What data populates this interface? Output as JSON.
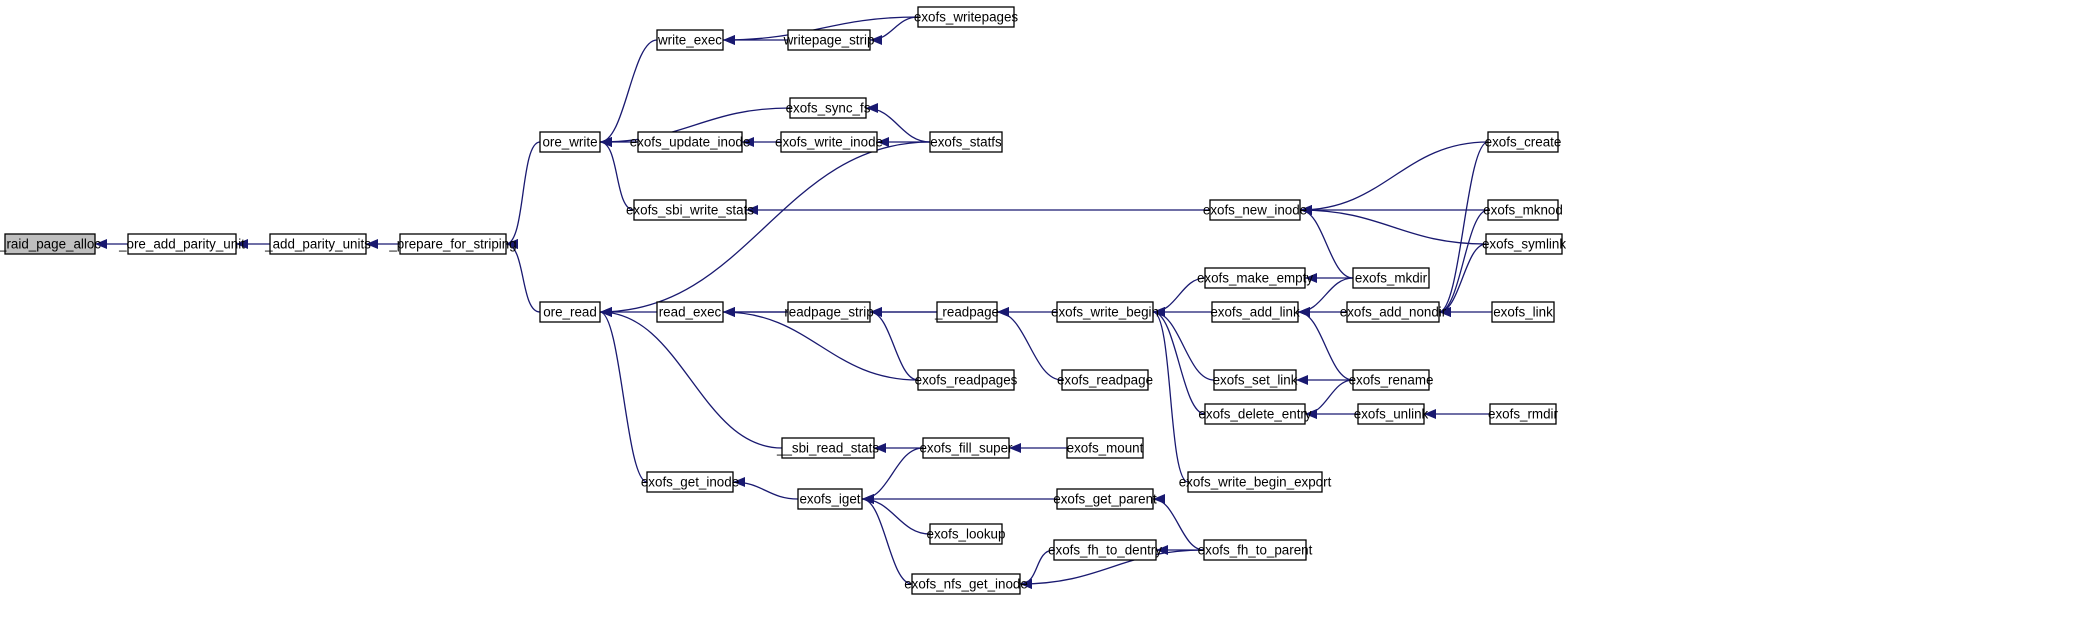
{
  "colors": {
    "edge": "#191970",
    "root_fill": "#bfbfbf",
    "node_fill": "#ffffff",
    "border": "#000000"
  },
  "nodes": [
    {
      "id": "raid_page_alloc",
      "label": "_raid_page_alloc",
      "root": true
    },
    {
      "id": "ore_add_parity_unit",
      "label": "_ore_add_parity_unit"
    },
    {
      "id": "add_parity_units",
      "label": "_add_parity_units"
    },
    {
      "id": "prepare_for_striping",
      "label": "_prepare_for_striping"
    },
    {
      "id": "ore_write",
      "label": "ore_write"
    },
    {
      "id": "ore_read",
      "label": "ore_read"
    },
    {
      "id": "write_exec",
      "label": "write_exec"
    },
    {
      "id": "exofs_sync_fs",
      "label": "exofs_sync_fs"
    },
    {
      "id": "exofs_update_inode",
      "label": "exofs_update_inode"
    },
    {
      "id": "exofs_sbi_write_stats",
      "label": "exofs_sbi_write_stats"
    },
    {
      "id": "read_exec",
      "label": "read_exec"
    },
    {
      "id": "sbi_read_stats",
      "label": "__sbi_read_stats"
    },
    {
      "id": "exofs_get_inode",
      "label": "exofs_get_inode"
    },
    {
      "id": "writepage_strip",
      "label": "writepage_strip"
    },
    {
      "id": "exofs_write_inode",
      "label": "exofs_write_inode"
    },
    {
      "id": "readpage_strip",
      "label": "readpage_strip"
    },
    {
      "id": "exofs_iget",
      "label": "exofs_iget"
    },
    {
      "id": "exofs_writepages",
      "label": "exofs_writepages"
    },
    {
      "id": "exofs_statfs",
      "label": "exofs_statfs"
    },
    {
      "id": "readpage",
      "label": "_readpage"
    },
    {
      "id": "exofs_readpages",
      "label": "exofs_readpages"
    },
    {
      "id": "exofs_fill_super",
      "label": "exofs_fill_super"
    },
    {
      "id": "exofs_lookup",
      "label": "exofs_lookup"
    },
    {
      "id": "exofs_nfs_get_inode",
      "label": "exofs_nfs_get_inode"
    },
    {
      "id": "exofs_write_begin",
      "label": "exofs_write_begin"
    },
    {
      "id": "exofs_readpage",
      "label": "exofs_readpage"
    },
    {
      "id": "exofs_mount",
      "label": "exofs_mount"
    },
    {
      "id": "exofs_get_parent",
      "label": "exofs_get_parent"
    },
    {
      "id": "exofs_fh_to_dentry",
      "label": "exofs_fh_to_dentry"
    },
    {
      "id": "exofs_new_inode",
      "label": "exofs_new_inode"
    },
    {
      "id": "exofs_make_empty",
      "label": "exofs_make_empty"
    },
    {
      "id": "exofs_add_link",
      "label": "exofs_add_link"
    },
    {
      "id": "exofs_set_link",
      "label": "exofs_set_link"
    },
    {
      "id": "exofs_delete_entry",
      "label": "exofs_delete_entry"
    },
    {
      "id": "exofs_write_begin_export",
      "label": "exofs_write_begin_export"
    },
    {
      "id": "exofs_fh_to_parent",
      "label": "exofs_fh_to_parent"
    },
    {
      "id": "exofs_mkdir",
      "label": "exofs_mkdir"
    },
    {
      "id": "exofs_add_nondir",
      "label": "exofs_add_nondir"
    },
    {
      "id": "exofs_rename",
      "label": "exofs_rename"
    },
    {
      "id": "exofs_unlink",
      "label": "exofs_unlink"
    },
    {
      "id": "exofs_create",
      "label": "exofs_create"
    },
    {
      "id": "exofs_mknod",
      "label": "exofs_mknod"
    },
    {
      "id": "exofs_symlink",
      "label": "exofs_symlink"
    },
    {
      "id": "exofs_link",
      "label": "exofs_link"
    },
    {
      "id": "exofs_rmdir",
      "label": "exofs_rmdir"
    }
  ],
  "edges": [
    {
      "from": "ore_add_parity_unit",
      "to": "raid_page_alloc"
    },
    {
      "from": "add_parity_units",
      "to": "ore_add_parity_unit"
    },
    {
      "from": "prepare_for_striping",
      "to": "add_parity_units"
    },
    {
      "from": "ore_write",
      "to": "prepare_for_striping"
    },
    {
      "from": "ore_read",
      "to": "prepare_for_striping"
    },
    {
      "from": "write_exec",
      "to": "ore_write"
    },
    {
      "from": "exofs_sync_fs",
      "to": "ore_write"
    },
    {
      "from": "exofs_update_inode",
      "to": "ore_write"
    },
    {
      "from": "exofs_sbi_write_stats",
      "to": "ore_write"
    },
    {
      "from": "exofs_statfs",
      "to": "ore_read"
    },
    {
      "from": "read_exec",
      "to": "ore_read"
    },
    {
      "from": "sbi_read_stats",
      "to": "ore_read"
    },
    {
      "from": "exofs_get_inode",
      "to": "ore_read"
    },
    {
      "from": "exofs_writepages",
      "to": "write_exec"
    },
    {
      "from": "writepage_strip",
      "to": "write_exec"
    },
    {
      "from": "exofs_writepages",
      "to": "writepage_strip"
    },
    {
      "from": "exofs_statfs",
      "to": "exofs_sync_fs"
    },
    {
      "from": "exofs_write_inode",
      "to": "exofs_update_inode"
    },
    {
      "from": "exofs_statfs",
      "to": "exofs_write_inode"
    },
    {
      "from": "exofs_new_inode",
      "to": "exofs_sbi_write_stats"
    },
    {
      "from": "readpage",
      "to": "read_exec"
    },
    {
      "from": "readpage_strip",
      "to": "read_exec"
    },
    {
      "from": "exofs_readpages",
      "to": "read_exec"
    },
    {
      "from": "readpage",
      "to": "readpage_strip"
    },
    {
      "from": "exofs_readpages",
      "to": "readpage_strip"
    },
    {
      "from": "exofs_write_begin",
      "to": "readpage"
    },
    {
      "from": "exofs_readpage",
      "to": "readpage"
    },
    {
      "from": "exofs_fill_super",
      "to": "sbi_read_stats"
    },
    {
      "from": "exofs_iget",
      "to": "exofs_get_inode"
    },
    {
      "from": "exofs_fill_super",
      "to": "exofs_iget"
    },
    {
      "from": "exofs_get_parent",
      "to": "exofs_iget"
    },
    {
      "from": "exofs_lookup",
      "to": "exofs_iget"
    },
    {
      "from": "exofs_nfs_get_inode",
      "to": "exofs_iget"
    },
    {
      "from": "exofs_mount",
      "to": "exofs_fill_super"
    },
    {
      "from": "exofs_fh_to_parent",
      "to": "exofs_get_parent"
    },
    {
      "from": "exofs_fh_to_dentry",
      "to": "exofs_nfs_get_inode"
    },
    {
      "from": "exofs_fh_to_parent",
      "to": "exofs_nfs_get_inode"
    },
    {
      "from": "exofs_fh_to_parent",
      "to": "exofs_fh_to_dentry"
    },
    {
      "from": "exofs_make_empty",
      "to": "exofs_write_begin"
    },
    {
      "from": "exofs_add_link",
      "to": "exofs_write_begin"
    },
    {
      "from": "exofs_set_link",
      "to": "exofs_write_begin"
    },
    {
      "from": "exofs_delete_entry",
      "to": "exofs_write_begin"
    },
    {
      "from": "exofs_write_begin_export",
      "to": "exofs_write_begin"
    },
    {
      "from": "exofs_mkdir",
      "to": "exofs_make_empty"
    },
    {
      "from": "exofs_mkdir",
      "to": "exofs_add_link"
    },
    {
      "from": "exofs_add_nondir",
      "to": "exofs_add_link"
    },
    {
      "from": "exofs_rename",
      "to": "exofs_add_link"
    },
    {
      "from": "exofs_rename",
      "to": "exofs_set_link"
    },
    {
      "from": "exofs_rename",
      "to": "exofs_delete_entry"
    },
    {
      "from": "exofs_unlink",
      "to": "exofs_delete_entry"
    },
    {
      "from": "exofs_create",
      "to": "exofs_new_inode"
    },
    {
      "from": "exofs_mknod",
      "to": "exofs_new_inode"
    },
    {
      "from": "exofs_symlink",
      "to": "exofs_new_inode"
    },
    {
      "from": "exofs_mkdir",
      "to": "exofs_new_inode"
    },
    {
      "from": "exofs_create",
      "to": "exofs_add_nondir"
    },
    {
      "from": "exofs_mknod",
      "to": "exofs_add_nondir"
    },
    {
      "from": "exofs_symlink",
      "to": "exofs_add_nondir"
    },
    {
      "from": "exofs_link",
      "to": "exofs_add_nondir"
    },
    {
      "from": "exofs_rmdir",
      "to": "exofs_unlink"
    }
  ]
}
